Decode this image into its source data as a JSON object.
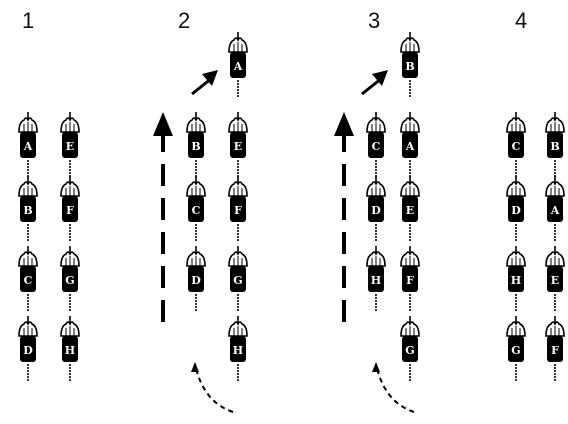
{
  "panels": [
    {
      "number": "1",
      "positions": {
        "L1": "A",
        "L2": "B",
        "L3": "C",
        "L4": "D",
        "R1": "E",
        "R2": "F",
        "R3": "G",
        "R4": "H"
      },
      "arrows": []
    },
    {
      "number": "2",
      "positions": {
        "L1": "B",
        "L2": "C",
        "L3": "D",
        "R0": "A",
        "R1": "E",
        "R2": "F",
        "R3": "G",
        "R4": "H"
      },
      "arrows": [
        "up-dashed",
        "diagonal-advance",
        "curved-return"
      ]
    },
    {
      "number": "3",
      "positions": {
        "L1": "C",
        "L2": "D",
        "L3": "H",
        "R0": "B",
        "R1": "A",
        "R2": "E",
        "R3": "F",
        "R4": "G"
      },
      "arrows": [
        "up-dashed",
        "diagonal-advance",
        "curved-return"
      ]
    },
    {
      "number": "4",
      "positions": {
        "L1": "C",
        "L2": "D",
        "L3": "H",
        "L4": "G",
        "R1": "B",
        "R2": "A",
        "R3": "E",
        "R4": "F"
      },
      "arrows": []
    }
  ],
  "colors": {
    "ink": "#000000",
    "paper": "#ffffff"
  },
  "icons": {
    "rider": "cyclist-top-view-icon",
    "move": "arrow-icon"
  }
}
